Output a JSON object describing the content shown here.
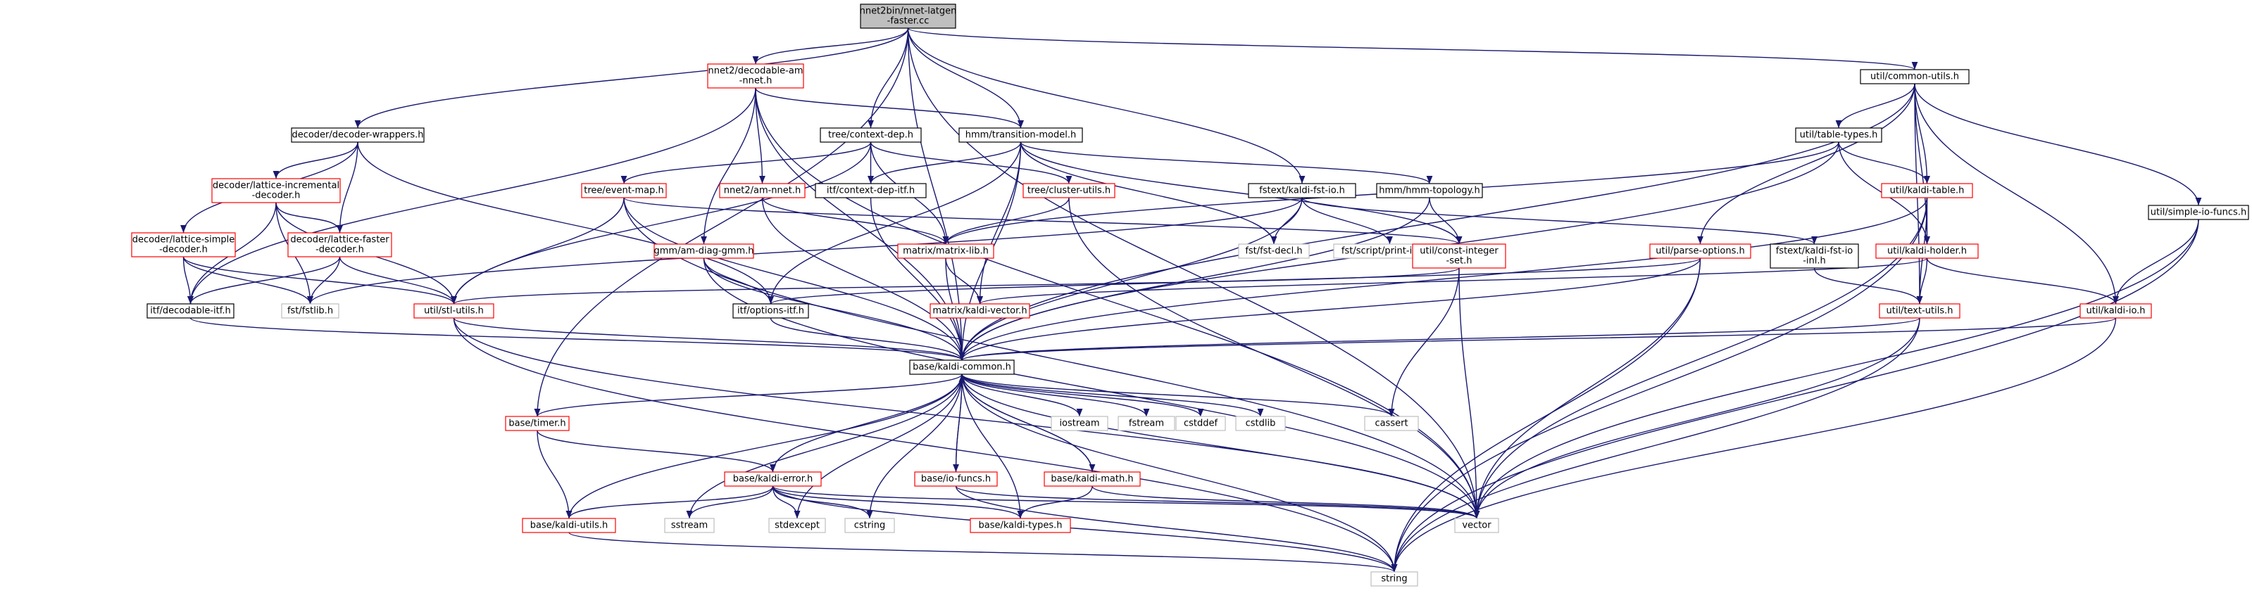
{
  "colors": {
    "edge": "#191970",
    "root_fill": "#bfbfbf",
    "red_border": "#ff0000",
    "grey_border": "#bfbfbf"
  },
  "nodes": [
    {
      "id": "root",
      "lines": [
        "nnet2bin/nnet-latgen",
        "-faster.cc"
      ],
      "kind": "root"
    },
    {
      "id": "decodable_am",
      "lines": [
        "nnet2/decodable-am",
        "-nnet.h"
      ],
      "kind": "red"
    },
    {
      "id": "common_utils",
      "lines": [
        "util/common-utils.h"
      ],
      "kind": "std"
    },
    {
      "id": "decoder_wrappers",
      "lines": [
        "decoder/decoder-wrappers.h"
      ],
      "kind": "std"
    },
    {
      "id": "context_dep",
      "lines": [
        "tree/context-dep.h"
      ],
      "kind": "std"
    },
    {
      "id": "transition_model",
      "lines": [
        "hmm/transition-model.h"
      ],
      "kind": "std"
    },
    {
      "id": "table_types",
      "lines": [
        "util/table-types.h"
      ],
      "kind": "std"
    },
    {
      "id": "lattice_incremental",
      "lines": [
        "decoder/lattice-incremental",
        "-decoder.h"
      ],
      "kind": "red"
    },
    {
      "id": "event_map",
      "lines": [
        "tree/event-map.h"
      ],
      "kind": "red"
    },
    {
      "id": "am_nnet",
      "lines": [
        "nnet2/am-nnet.h"
      ],
      "kind": "red"
    },
    {
      "id": "context_dep_itf",
      "lines": [
        "itf/context-dep-itf.h"
      ],
      "kind": "std"
    },
    {
      "id": "cluster_utils",
      "lines": [
        "tree/cluster-utils.h"
      ],
      "kind": "red"
    },
    {
      "id": "kaldi_fst_io",
      "lines": [
        "fstext/kaldi-fst-io.h"
      ],
      "kind": "std"
    },
    {
      "id": "hmm_topology",
      "lines": [
        "hmm/hmm-topology.h"
      ],
      "kind": "std"
    },
    {
      "id": "kaldi_table",
      "lines": [
        "util/kaldi-table.h"
      ],
      "kind": "red"
    },
    {
      "id": "simple_io_funcs",
      "lines": [
        "util/simple-io-funcs.h"
      ],
      "kind": "std"
    },
    {
      "id": "lattice_simple",
      "lines": [
        "decoder/lattice-simple",
        "-decoder.h"
      ],
      "kind": "red"
    },
    {
      "id": "lattice_faster",
      "lines": [
        "decoder/lattice-faster",
        "-decoder.h"
      ],
      "kind": "red"
    },
    {
      "id": "am_diag_gmm",
      "lines": [
        "gmm/am-diag-gmm.h"
      ],
      "kind": "red"
    },
    {
      "id": "matrix_lib",
      "lines": [
        "matrix/matrix-lib.h"
      ],
      "kind": "red"
    },
    {
      "id": "fst_decl",
      "lines": [
        "fst/fst-decl.h"
      ],
      "kind": "grey"
    },
    {
      "id": "print_impl",
      "lines": [
        "fst/script/print-impl.h"
      ],
      "kind": "grey"
    },
    {
      "id": "const_integer_set",
      "lines": [
        "util/const-integer",
        "-set.h"
      ],
      "kind": "red"
    },
    {
      "id": "parse_options",
      "lines": [
        "util/parse-options.h"
      ],
      "kind": "red"
    },
    {
      "id": "kaldi_fst_io_inl",
      "lines": [
        "fstext/kaldi-fst-io",
        "-inl.h"
      ],
      "kind": "std"
    },
    {
      "id": "kaldi_holder",
      "lines": [
        "util/kaldi-holder.h"
      ],
      "kind": "red"
    },
    {
      "id": "decodable_itf",
      "lines": [
        "itf/decodable-itf.h"
      ],
      "kind": "std"
    },
    {
      "id": "fstlib",
      "lines": [
        "fst/fstlib.h"
      ],
      "kind": "grey"
    },
    {
      "id": "stl_utils",
      "lines": [
        "util/stl-utils.h"
      ],
      "kind": "red"
    },
    {
      "id": "options_itf",
      "lines": [
        "itf/options-itf.h"
      ],
      "kind": "std"
    },
    {
      "id": "kaldi_vector",
      "lines": [
        "matrix/kaldi-vector.h"
      ],
      "kind": "red"
    },
    {
      "id": "text_utils",
      "lines": [
        "util/text-utils.h"
      ],
      "kind": "red"
    },
    {
      "id": "kaldi_io",
      "lines": [
        "util/kaldi-io.h"
      ],
      "kind": "red"
    },
    {
      "id": "kaldi_common",
      "lines": [
        "base/kaldi-common.h"
      ],
      "kind": "std"
    },
    {
      "id": "timer",
      "lines": [
        "base/timer.h"
      ],
      "kind": "red"
    },
    {
      "id": "iostream",
      "lines": [
        "iostream"
      ],
      "kind": "grey"
    },
    {
      "id": "fstream",
      "lines": [
        "fstream"
      ],
      "kind": "grey"
    },
    {
      "id": "cstddef",
      "lines": [
        "cstddef"
      ],
      "kind": "grey"
    },
    {
      "id": "cstdlib",
      "lines": [
        "cstdlib"
      ],
      "kind": "grey"
    },
    {
      "id": "cassert",
      "lines": [
        "cassert"
      ],
      "kind": "grey"
    },
    {
      "id": "kaldi_error",
      "lines": [
        "base/kaldi-error.h"
      ],
      "kind": "red"
    },
    {
      "id": "io_funcs",
      "lines": [
        "base/io-funcs.h"
      ],
      "kind": "red"
    },
    {
      "id": "kaldi_math",
      "lines": [
        "base/kaldi-math.h"
      ],
      "kind": "red"
    },
    {
      "id": "kaldi_utils",
      "lines": [
        "base/kaldi-utils.h"
      ],
      "kind": "red"
    },
    {
      "id": "sstream",
      "lines": [
        "sstream"
      ],
      "kind": "grey"
    },
    {
      "id": "stdexcept",
      "lines": [
        "stdexcept"
      ],
      "kind": "grey"
    },
    {
      "id": "cstring",
      "lines": [
        "cstring"
      ],
      "kind": "grey"
    },
    {
      "id": "kaldi_types",
      "lines": [
        "base/kaldi-types.h"
      ],
      "kind": "red"
    },
    {
      "id": "vector",
      "lines": [
        "vector"
      ],
      "kind": "grey"
    },
    {
      "id": "string",
      "lines": [
        "string"
      ],
      "kind": "grey"
    }
  ],
  "edges": [
    [
      "root",
      "decodable_am"
    ],
    [
      "root",
      "common_utils"
    ],
    [
      "root",
      "decoder_wrappers"
    ],
    [
      "root",
      "context_dep"
    ],
    [
      "root",
      "transition_model"
    ],
    [
      "root",
      "kaldi_fst_io"
    ],
    [
      "root",
      "kaldi_common"
    ],
    [
      "root",
      "timer"
    ],
    [
      "root",
      "vector"
    ],
    [
      "decodable_am",
      "am_nnet"
    ],
    [
      "decodable_am",
      "transition_model"
    ],
    [
      "decodable_am",
      "decodable_itf"
    ],
    [
      "decodable_am",
      "am_diag_gmm"
    ],
    [
      "decodable_am",
      "kaldi_common"
    ],
    [
      "decodable_am",
      "vector"
    ],
    [
      "common_utils",
      "table_types"
    ],
    [
      "common_utils",
      "kaldi_table"
    ],
    [
      "common_utils",
      "kaldi_holder"
    ],
    [
      "common_utils",
      "parse_options"
    ],
    [
      "common_utils",
      "text_utils"
    ],
    [
      "common_utils",
      "kaldi_io"
    ],
    [
      "common_utils",
      "simple_io_funcs"
    ],
    [
      "common_utils",
      "kaldi_common"
    ],
    [
      "decoder_wrappers",
      "lattice_incremental"
    ],
    [
      "decoder_wrappers",
      "lattice_simple"
    ],
    [
      "decoder_wrappers",
      "lattice_faster"
    ],
    [
      "decoder_wrappers",
      "options_itf"
    ],
    [
      "context_dep",
      "event_map"
    ],
    [
      "context_dep",
      "context_dep_itf"
    ],
    [
      "context_dep",
      "cluster_utils"
    ],
    [
      "context_dep",
      "matrix_lib"
    ],
    [
      "context_dep",
      "stl_utils"
    ],
    [
      "transition_model",
      "context_dep_itf"
    ],
    [
      "transition_model",
      "hmm_topology"
    ],
    [
      "transition_model",
      "fst_decl"
    ],
    [
      "transition_model",
      "const_integer_set"
    ],
    [
      "transition_model",
      "kaldi_vector"
    ],
    [
      "transition_model",
      "kaldi_common"
    ],
    [
      "transition_model",
      "options_itf"
    ],
    [
      "table_types",
      "kaldi_table"
    ],
    [
      "table_types",
      "kaldi_holder"
    ],
    [
      "table_types",
      "matrix_lib"
    ],
    [
      "table_types",
      "kaldi_common"
    ],
    [
      "lattice_incremental",
      "lattice_faster"
    ],
    [
      "lattice_incremental",
      "decodable_itf"
    ],
    [
      "lattice_incremental",
      "fstlib"
    ],
    [
      "lattice_incremental",
      "stl_utils"
    ],
    [
      "event_map",
      "stl_utils"
    ],
    [
      "event_map",
      "const_integer_set"
    ],
    [
      "event_map",
      "kaldi_common"
    ],
    [
      "event_map",
      "vector"
    ],
    [
      "am_nnet",
      "matrix_lib"
    ],
    [
      "am_nnet",
      "kaldi_common"
    ],
    [
      "context_dep_itf",
      "kaldi_common"
    ],
    [
      "cluster_utils",
      "matrix_lib"
    ],
    [
      "cluster_utils",
      "vector"
    ],
    [
      "kaldi_fst_io",
      "fst_decl"
    ],
    [
      "kaldi_fst_io",
      "print_impl"
    ],
    [
      "kaldi_fst_io",
      "kaldi_fst_io_inl"
    ],
    [
      "kaldi_fst_io",
      "fstlib"
    ],
    [
      "kaldi_fst_io",
      "kaldi_common"
    ],
    [
      "hmm_topology",
      "const_integer_set"
    ],
    [
      "hmm_topology",
      "kaldi_common"
    ],
    [
      "kaldi_table",
      "kaldi_holder"
    ],
    [
      "kaldi_table",
      "text_utils"
    ],
    [
      "kaldi_table",
      "kaldi_common"
    ],
    [
      "kaldi_table",
      "vector"
    ],
    [
      "kaldi_table",
      "string"
    ],
    [
      "simple_io_funcs",
      "kaldi_io"
    ],
    [
      "simple_io_funcs",
      "vector"
    ],
    [
      "simple_io_funcs",
      "string"
    ],
    [
      "lattice_simple",
      "decodable_itf"
    ],
    [
      "lattice_simple",
      "fstlib"
    ],
    [
      "lattice_simple",
      "stl_utils"
    ],
    [
      "lattice_faster",
      "decodable_itf"
    ],
    [
      "lattice_faster",
      "fstlib"
    ],
    [
      "lattice_faster",
      "stl_utils"
    ],
    [
      "am_diag_gmm",
      "options_itf"
    ],
    [
      "am_diag_gmm",
      "kaldi_common"
    ],
    [
      "am_diag_gmm",
      "vector"
    ],
    [
      "matrix_lib",
      "kaldi_vector"
    ],
    [
      "matrix_lib",
      "kaldi_common"
    ],
    [
      "const_integer_set",
      "stl_utils"
    ],
    [
      "const_integer_set",
      "cassert"
    ],
    [
      "const_integer_set",
      "vector"
    ],
    [
      "parse_options",
      "options_itf"
    ],
    [
      "parse_options",
      "kaldi_common"
    ],
    [
      "parse_options",
      "vector"
    ],
    [
      "parse_options",
      "string"
    ],
    [
      "kaldi_fst_io_inl",
      "text_utils"
    ],
    [
      "kaldi_holder",
      "kaldi_io"
    ],
    [
      "kaldi_holder",
      "text_utils"
    ],
    [
      "kaldi_holder",
      "kaldi_vector"
    ],
    [
      "decodable_itf",
      "kaldi_common"
    ],
    [
      "stl_utils",
      "kaldi_common"
    ],
    [
      "stl_utils",
      "vector"
    ],
    [
      "stl_utils",
      "string"
    ],
    [
      "options_itf",
      "kaldi_common"
    ],
    [
      "text_utils",
      "kaldi_common"
    ],
    [
      "text_utils",
      "vector"
    ],
    [
      "text_utils",
      "string"
    ],
    [
      "kaldi_io",
      "kaldi_common"
    ],
    [
      "kaldi_io",
      "string"
    ],
    [
      "kaldi_common",
      "timer"
    ],
    [
      "kaldi_common",
      "iostream"
    ],
    [
      "kaldi_common",
      "fstream"
    ],
    [
      "kaldi_common",
      "cstddef"
    ],
    [
      "kaldi_common",
      "cstdlib"
    ],
    [
      "kaldi_common",
      "cassert"
    ],
    [
      "kaldi_common",
      "kaldi_error"
    ],
    [
      "kaldi_common",
      "io_funcs"
    ],
    [
      "kaldi_common",
      "kaldi_math"
    ],
    [
      "kaldi_common",
      "kaldi_utils"
    ],
    [
      "kaldi_common",
      "sstream"
    ],
    [
      "kaldi_common",
      "stdexcept"
    ],
    [
      "kaldi_common",
      "cstring"
    ],
    [
      "kaldi_common",
      "kaldi_types"
    ],
    [
      "kaldi_common",
      "vector"
    ],
    [
      "kaldi_common",
      "string"
    ],
    [
      "timer",
      "kaldi_utils"
    ],
    [
      "timer",
      "kaldi_error"
    ],
    [
      "kaldi_error",
      "kaldi_utils"
    ],
    [
      "kaldi_error",
      "sstream"
    ],
    [
      "kaldi_error",
      "stdexcept"
    ],
    [
      "kaldi_error",
      "cstring"
    ],
    [
      "kaldi_error",
      "kaldi_types"
    ],
    [
      "kaldi_error",
      "vector"
    ],
    [
      "kaldi_error",
      "string"
    ],
    [
      "io_funcs",
      "kaldi_common"
    ],
    [
      "io_funcs",
      "vector"
    ],
    [
      "io_funcs",
      "string"
    ],
    [
      "kaldi_math",
      "kaldi_common"
    ],
    [
      "kaldi_math",
      "kaldi_types"
    ],
    [
      "kaldi_math",
      "vector"
    ],
    [
      "kaldi_utils",
      "string"
    ]
  ]
}
